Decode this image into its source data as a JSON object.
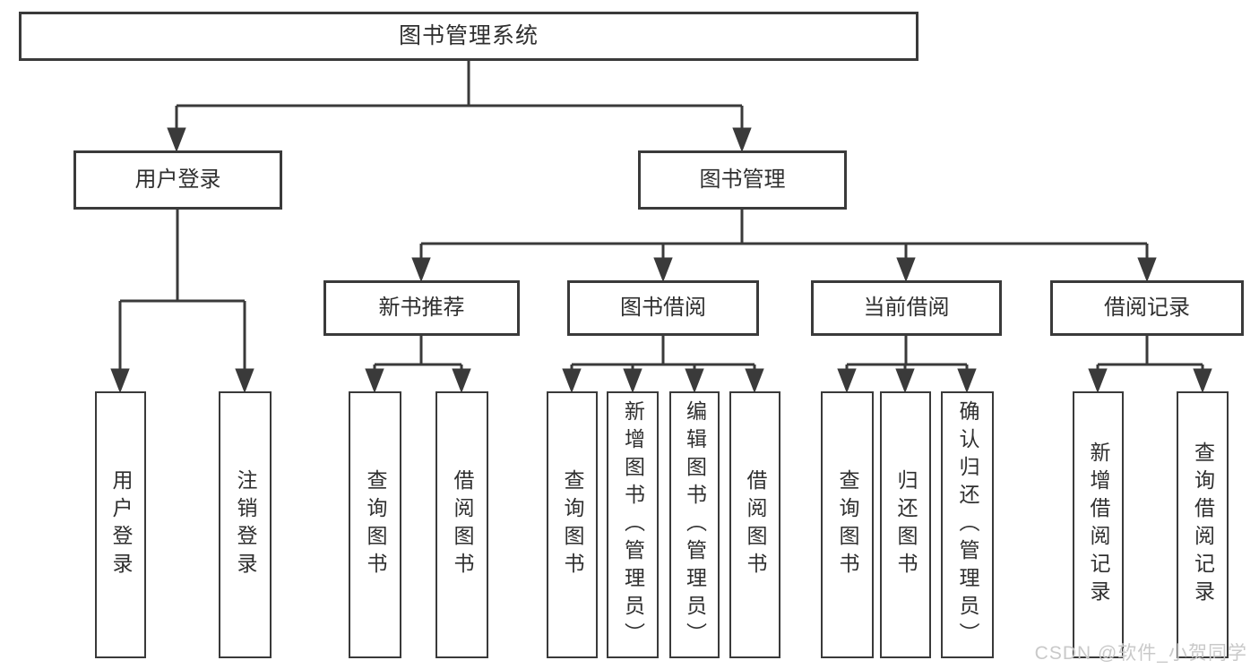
{
  "tree": {
    "root": {
      "label": "图书管理系统",
      "children": [
        {
          "label": "用户登录",
          "children": [
            {
              "label": "用户登录"
            },
            {
              "label": "注销登录"
            }
          ]
        },
        {
          "label": "图书管理",
          "children": [
            {
              "label": "新书推荐",
              "children": [
                {
                  "label": "查询图书"
                },
                {
                  "label": "借阅图书"
                }
              ]
            },
            {
              "label": "图书借阅",
              "children": [
                {
                  "label": "查询图书"
                },
                {
                  "label": "新增图书（管理员）"
                },
                {
                  "label": "编辑图书（管理员）"
                },
                {
                  "label": "借阅图书"
                }
              ]
            },
            {
              "label": "当前借阅",
              "children": [
                {
                  "label": "查询图书"
                },
                {
                  "label": "归还图书"
                },
                {
                  "label": "确认归还（管理员）"
                }
              ]
            },
            {
              "label": "借阅记录",
              "children": [
                {
                  "label": "新增借阅记录"
                },
                {
                  "label": "查询借阅记录"
                }
              ]
            }
          ]
        }
      ]
    }
  },
  "watermark": {
    "text": "CSDN @软件_小贺同学"
  },
  "colors": {
    "line": "#3a3a3a",
    "text": "#2f2f2f",
    "background": "#ffffff",
    "watermark_text": "#c9c9c9"
  }
}
